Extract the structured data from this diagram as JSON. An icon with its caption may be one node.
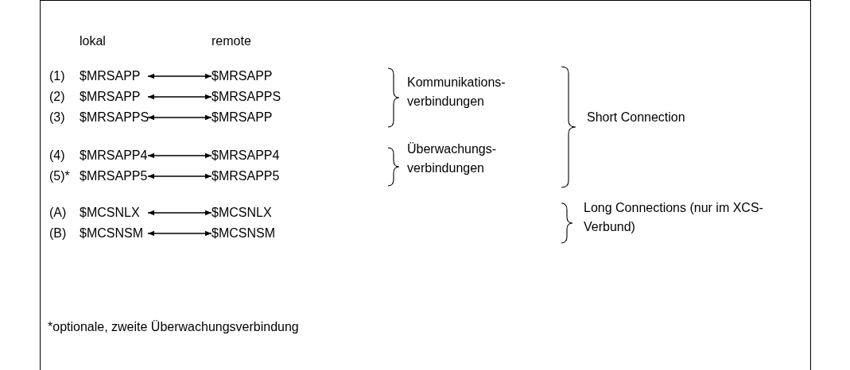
{
  "diagram": {
    "nodes": [
      {
        "text": [
          "$MRSAPP"
        ]
      },
      {
        "text": [
          "$MRSAPP"
        ]
      },
      {
        "text": [
          "$MRSAPP"
        ]
      },
      {
        "text": [
          "$MRSAPPS"
        ]
      },
      {
        "text": [
          "$MRSAPPS"
        ]
      },
      {
        "text": [
          "$MRSAPP"
        ]
      },
      {
        "text": [
          "$MRSAPP4"
        ]
      },
      {
        "text": [
          "$MRSAPP4"
        ]
      },
      {
        "text": [
          "$MRSAPP5"
        ]
      },
      {
        "text": [
          "$MRSAPP5"
        ]
      },
      {
        "text": [
          "$MCSNLX"
        ]
      },
      {
        "text": [
          "$MCSNLX"
        ]
      },
      {
        "text": [
          "$MCSNSM"
        ]
      },
      {
        "text": [
          "$MCSNSM"
        ]
      }
    ],
    "edges": [
      {
        "from": 0,
        "to": 1,
        "arrow": "both"
      },
      {
        "from": 2,
        "to": 3,
        "arrow": "both"
      },
      {
        "from": 4,
        "to": 5,
        "arrow": "both"
      },
      {
        "from": 6,
        "to": 7,
        "arrow": "both"
      },
      {
        "from": 8,
        "to": 9,
        "arrow": "both"
      },
      {
        "from": 10,
        "to": 11,
        "arrow": "both"
      },
      {
        "from": 12,
        "to": 13,
        "arrow": "both"
      }
    ],
    "labels": [
      "lokal",
      "remote",
      "(1)",
      "(2)",
      "(3)",
      "Kommunikations- verbindungen",
      "Short Connection",
      "(4)",
      "(5)*",
      "Überwachungs- verbindungen",
      "(A)",
      "(B)",
      "Long Connections (nur im XCS-Verbund)",
      "*optionale, zweite Überwachungsverbindung"
    ]
  }
}
